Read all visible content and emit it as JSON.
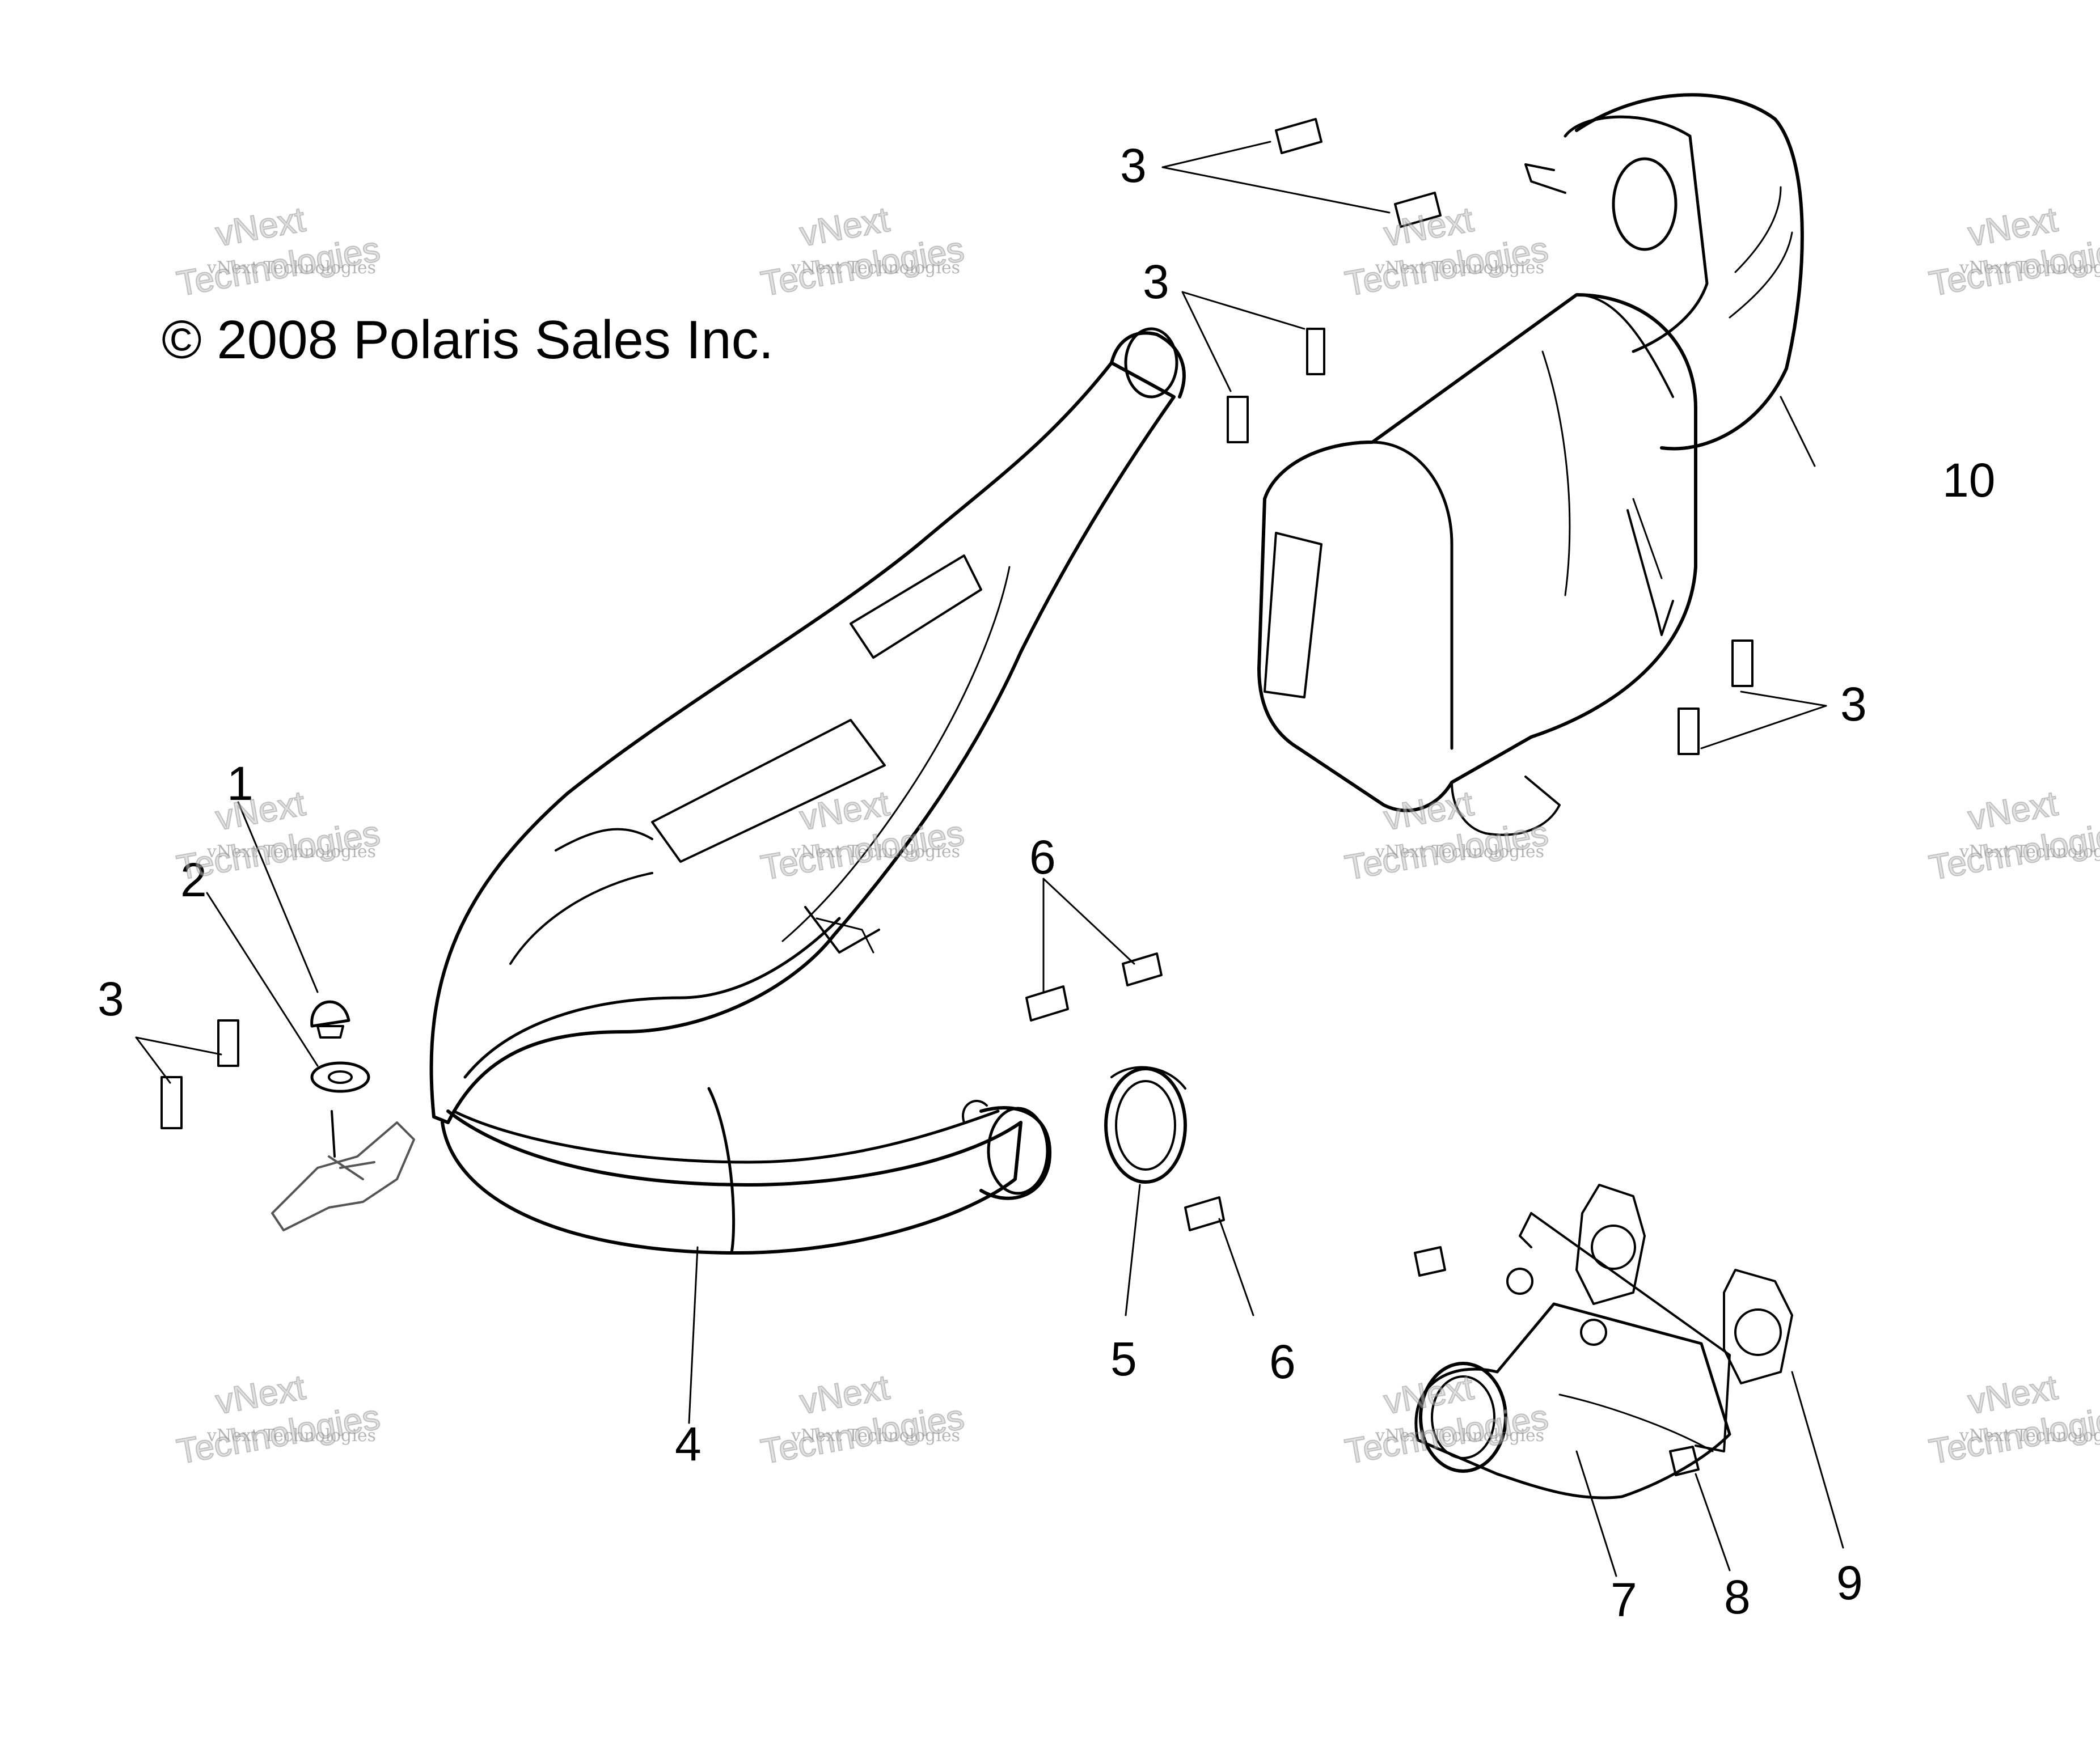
{
  "copyright": "© 2008 Polaris Sales Inc.",
  "watermark": {
    "line1": "vNext Technologies",
    "line2": "vNext",
    "line3": "Technologies"
  },
  "callouts": {
    "c1": "1",
    "c2": "2",
    "c3a": "3",
    "c3b": "3",
    "c3c": "3",
    "c3d": "3",
    "c4": "4",
    "c5": "5",
    "c6a": "6",
    "c6b": "6",
    "c7": "7",
    "c8": "8",
    "c9": "9",
    "c10": "10"
  }
}
